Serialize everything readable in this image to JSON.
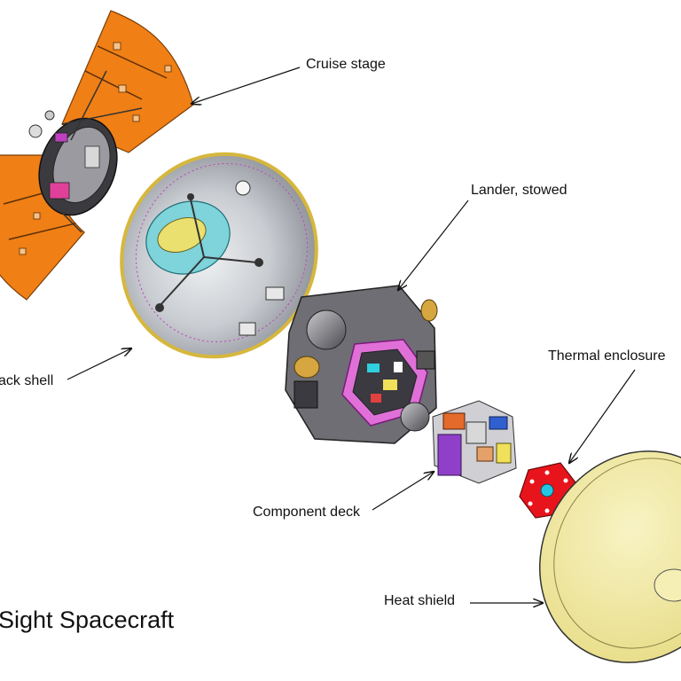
{
  "diagram": {
    "title": "Sight Spacecraft",
    "labels": {
      "cruise_stage": "Cruise stage",
      "lander": "Lander, stowed",
      "back_shell": "ack shell",
      "thermal": "Thermal enclosure",
      "component_deck": "Component deck",
      "heat_shield": "Heat shield"
    }
  },
  "colors": {
    "cruise_panel": "#f07f15",
    "backshell": "#b9bcc2",
    "backshell_rim": "#d6b73c",
    "heatshield": "#f2eba0",
    "thermal": "#e8141b",
    "thermal_center": "#22c7e4",
    "lander_frame": "#d659d6",
    "instrument": "#2fd0df",
    "ink": "#111111"
  }
}
